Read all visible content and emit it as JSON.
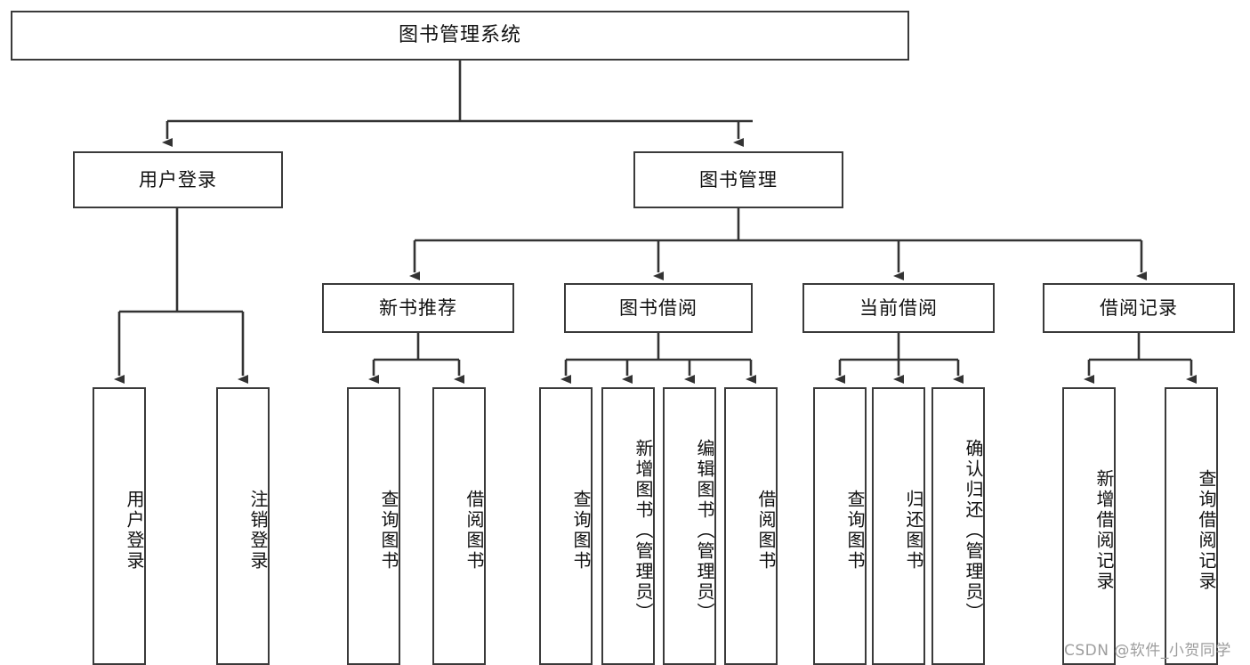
{
  "diagram": {
    "title": "图书管理系统",
    "type": "tree-hierarchy",
    "colors": {
      "box_border": "#3a3a3a",
      "box_fill": "#ffffff",
      "line": "#333333",
      "text": "#111111",
      "watermark": "#9d9d9d"
    },
    "root": {
      "label": "图书管理系统"
    },
    "level2": [
      {
        "label": "用户登录"
      },
      {
        "label": "图书管理"
      }
    ],
    "level3": [
      {
        "label": "新书推荐"
      },
      {
        "label": "图书借阅"
      },
      {
        "label": "当前借阅"
      },
      {
        "label": "借阅记录"
      }
    ],
    "leaves": {
      "user_login": [
        {
          "label": "用户登录"
        },
        {
          "label": "注销登录"
        }
      ],
      "new_book_recommend": [
        {
          "label": "查询图书"
        },
        {
          "label": "借阅图书"
        }
      ],
      "book_borrow": [
        {
          "label": "查询图书"
        },
        {
          "label": "新增图书（管理员）"
        },
        {
          "label": "编辑图书（管理员）"
        },
        {
          "label": "借阅图书"
        }
      ],
      "current_borrow": [
        {
          "label": "查询图书"
        },
        {
          "label": "归还图书"
        },
        {
          "label": "确认归还（管理员）"
        }
      ],
      "borrow_records": [
        {
          "label": "新增借阅记录"
        },
        {
          "label": "查询借阅记录"
        }
      ]
    }
  },
  "watermark": {
    "text": "CSDN @软件_小贺同学"
  }
}
